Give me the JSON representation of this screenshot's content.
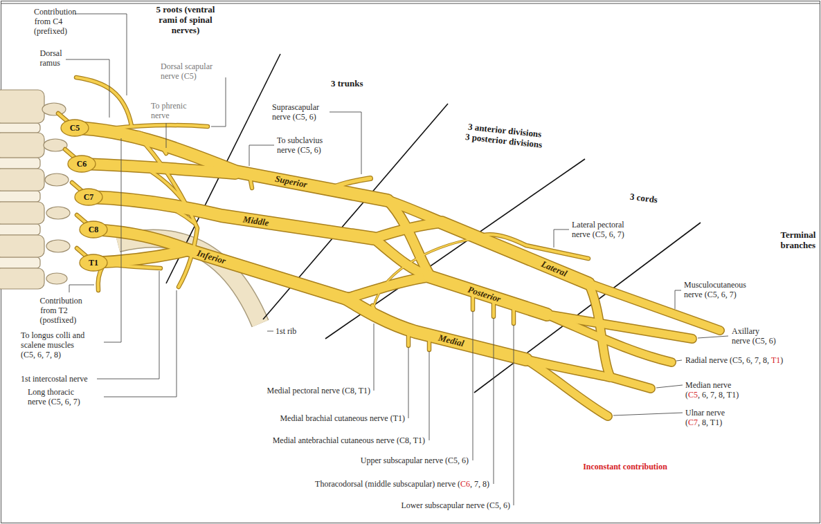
{
  "diagram": {
    "labels": [
      "5 roots (ventral rami of spinal nerves)",
      "Contribution from C4 (prefixed)",
      "Dorsal scapular nerve (C5)",
      "Dorsal ramus",
      "To phrenic nerve",
      "3 trunks",
      "Suprascapular nerve (C5, 6)",
      "To subclavius nerve (C5, 6)",
      "3 anterior divisions 3 posterior divisions",
      "C5",
      "C6",
      "C7",
      "C8",
      "T1",
      "Superior",
      "Middle",
      "Inferior",
      "3 cords",
      "Lateral pectoral nerve (C5, 6, 7)",
      "Lateral",
      "Posterior",
      "Medial",
      "Terminal branches",
      "Musculocutaneous nerve (C5, 6, 7)",
      "Axillary nerve (C5, 6)",
      "Radial nerve (C5, 6, 7, 8,",
      "T1",
      ")",
      "Median nerve",
      "(",
      "C5",
      ", 6, 7, 8, T1)",
      "Ulnar nerve",
      "(",
      "C7",
      ", 8, T1)",
      "Medial pectoral nerve (C8, T1)",
      "Medial brachial cutaneous nerve (T1)",
      "Medial antebrachial cutaneous nerve (C8, T1)",
      "Upper subscapular nerve (C5, 6)",
      "Thoracodorsal (middle subscapular) nerve (",
      "C6",
      ", 7, 8)",
      "Lower subscapular nerve (C5, 6)",
      "1st rib",
      "Contribution from T2 (postfixed)",
      "To longus colli and scalene muscles (C5, 6, 7, 8)",
      "1st intercostal nerve",
      "Long thoracic nerve (C5, 6, 7)",
      "Inconstant contribution"
    ]
  }
}
